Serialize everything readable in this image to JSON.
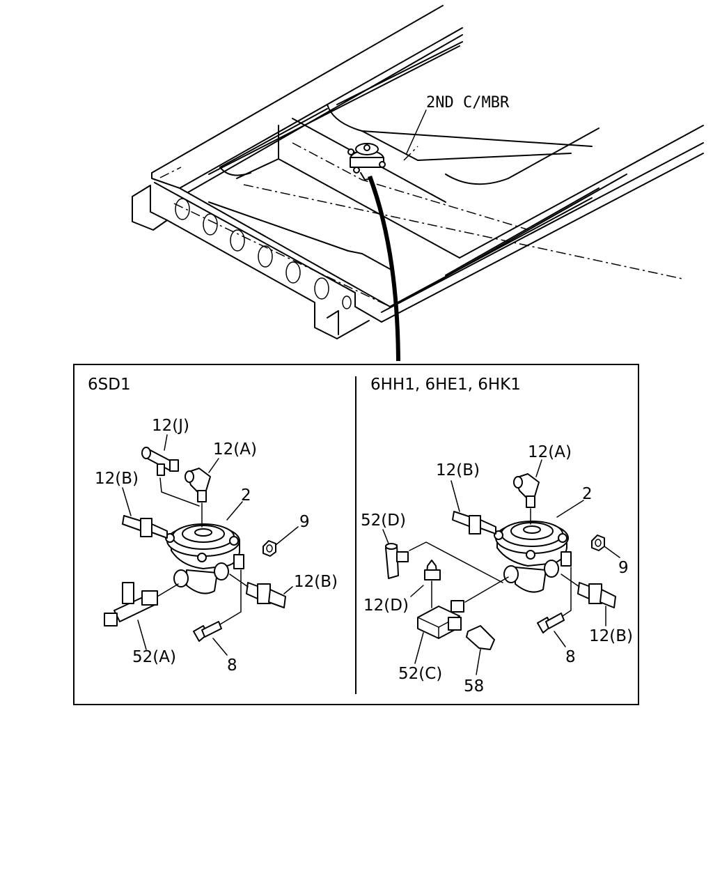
{
  "member_label": "2ND C/MBR",
  "panels": [
    {
      "title": "6SD1",
      "callouts": [
        "12(J)",
        "12(A)",
        "12(B)",
        "2",
        "9",
        "12(B)",
        "52(A)",
        "8"
      ]
    },
    {
      "title": "6HH1, 6HE1, 6HK1",
      "callouts": [
        "12(A)",
        "12(B)",
        "2",
        "52(D)",
        "9",
        "12(D)",
        "12(B)",
        "52(C)",
        "8",
        "58"
      ]
    }
  ]
}
